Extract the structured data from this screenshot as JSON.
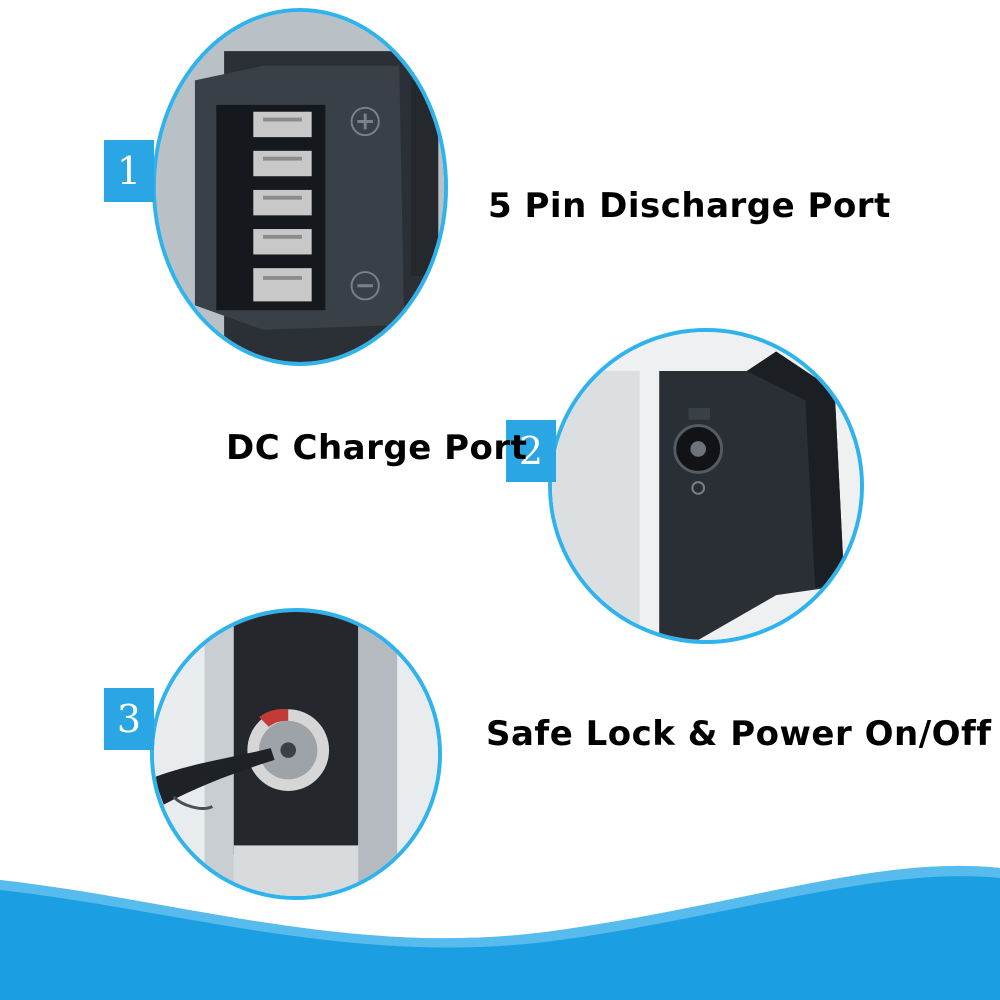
{
  "callouts": [
    {
      "number": "1",
      "label": "5 Pin Discharge Port"
    },
    {
      "number": "2",
      "label": "DC Charge Port"
    },
    {
      "number": "3",
      "label": "Safe Lock & Power On/Off"
    }
  ],
  "colors": {
    "accent_blue": "#2aa6e4",
    "wave_blue": "#1c9fe2",
    "background": "#ffffff",
    "label_text": "#000000"
  },
  "icons": [
    "five-pin-connector",
    "dc-charge-socket",
    "key-lock"
  ]
}
